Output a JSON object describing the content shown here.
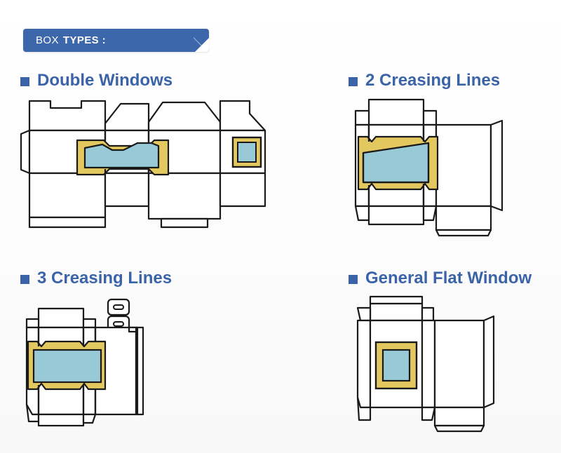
{
  "banner": {
    "label_light": "BOX",
    "label_bold": "TYPES :",
    "color": "#3c67ab",
    "fold_icon": "page-fold-corner"
  },
  "theme": {
    "background": "#fdfdfd",
    "heading_blue": "#3a63a8",
    "window_gold": "#e3c85f",
    "window_blue": "#97c9d7",
    "line_black": "#1a1a1a",
    "panel_white": "#ffffff"
  },
  "sections": [
    {
      "id": "double-windows",
      "label": "Double Windows",
      "bullet_icon": "square-bullet-icon",
      "diagram_name": "box-dieline-double-windows",
      "windows": 2,
      "window_shapes": [
        "irregular-wave-window",
        "small-square-window"
      ]
    },
    {
      "id": "two-creasing-lines",
      "label": "2 Creasing Lines",
      "bullet_icon": "square-bullet-icon",
      "diagram_name": "box-dieline-2-creasing-lines",
      "windows": 1,
      "window_shapes": [
        "slanted-quadrilateral-window"
      ]
    },
    {
      "id": "three-creasing-lines",
      "label": "3 Creasing Lines",
      "bullet_icon": "square-bullet-icon",
      "diagram_name": "box-dieline-3-creasing-lines",
      "windows": 1,
      "window_shapes": [
        "wide-rectangle-window"
      ]
    },
    {
      "id": "general-flat-window",
      "label": "General Flat Window",
      "bullet_icon": "square-bullet-icon",
      "diagram_name": "box-dieline-general-flat-window",
      "windows": 1,
      "window_shapes": [
        "centered-square-window"
      ]
    }
  ]
}
